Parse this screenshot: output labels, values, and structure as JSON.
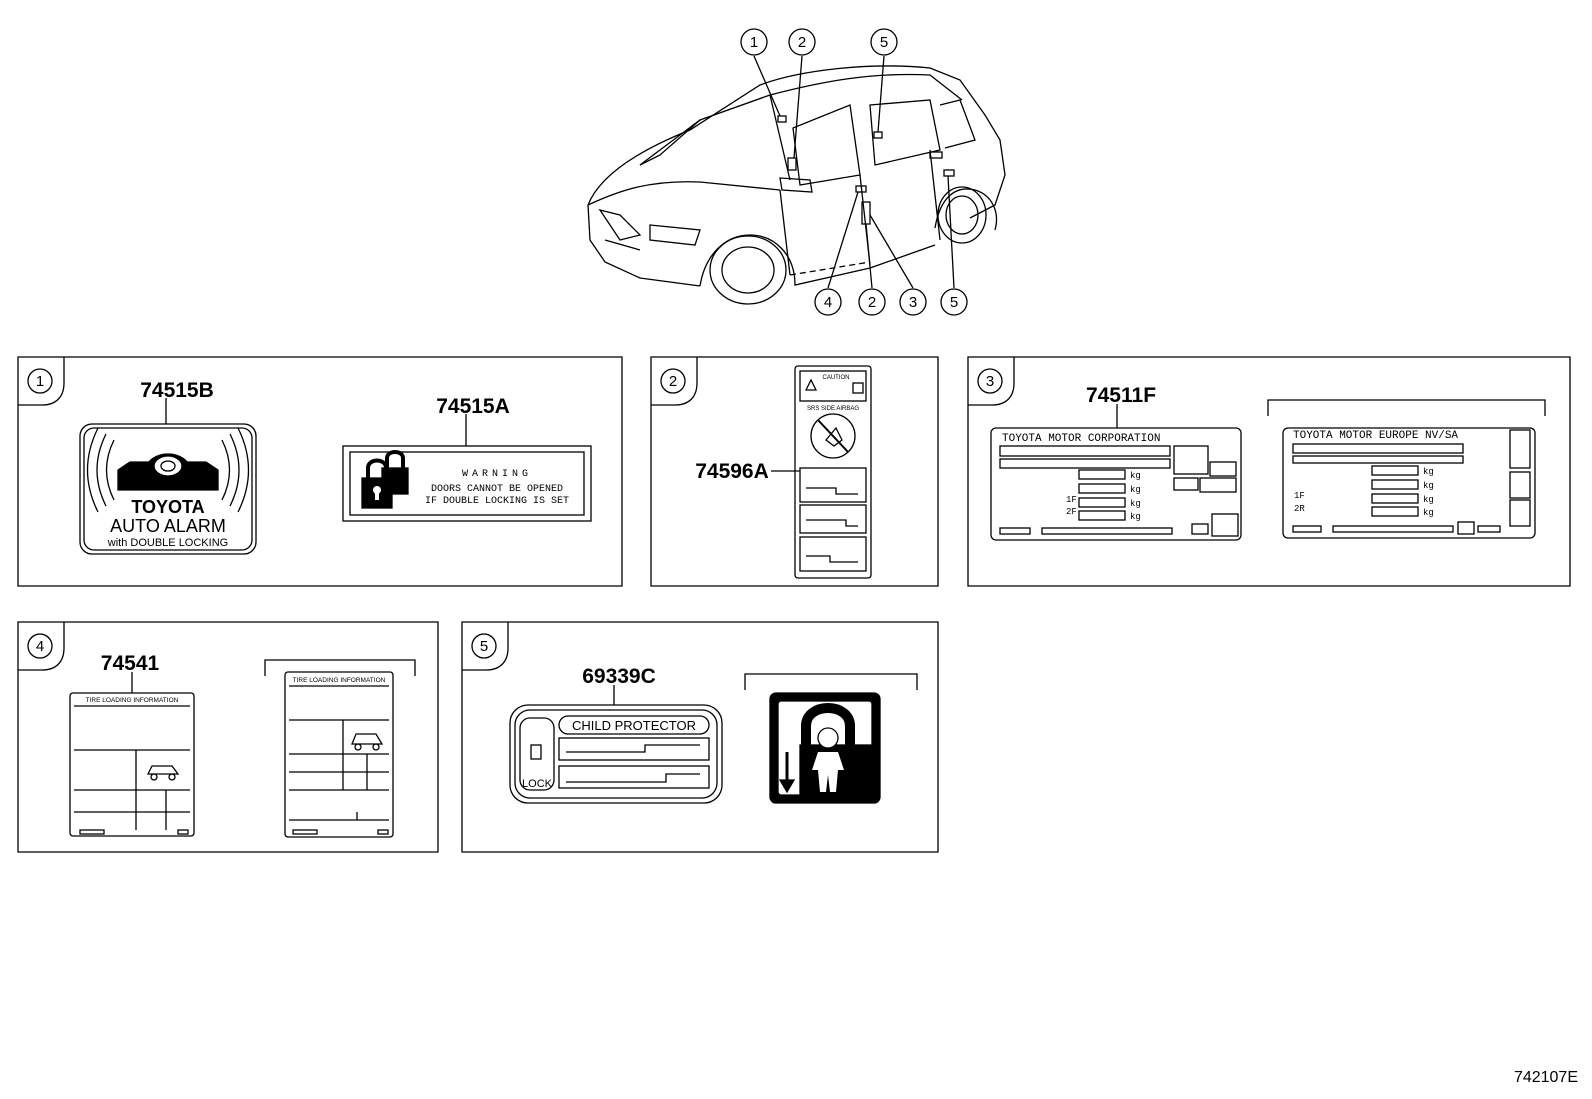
{
  "callouts": {
    "c1": "1",
    "c2": "2",
    "c3": "3",
    "c4": "4",
    "c5": "5"
  },
  "panel1": {
    "part_a": "74515B",
    "part_b": "74515A",
    "alarm_brand": "TOYOTA",
    "alarm_title": "AUTO ALARM",
    "alarm_sub": "with DOUBLE LOCKING",
    "warn_title": "WARNING",
    "warn_line1": "DOORS CANNOT BE OPENED",
    "warn_line2": "IF DOUBLE LOCKING IS SET"
  },
  "panel2": {
    "part": "74596A",
    "caution": "CAUTION",
    "airbag": "SRS SIDE AIRBAG"
  },
  "panel3": {
    "part": "74511F",
    "plate1_title": "TOYOTA MOTOR CORPORATION",
    "plate2_title": "TOYOTA MOTOR EUROPE NV/SA",
    "kg": "kg",
    "axle1": "1F",
    "axle2": "2F",
    "axle2b": "2R"
  },
  "panel4": {
    "part": "74541",
    "tire_title": "TIRE LOADING INFORMATION"
  },
  "panel5": {
    "part": "69339C",
    "child_title": "CHILD PROTECTOR",
    "lock_label": "LOCK"
  },
  "diagram_id": "742107E"
}
